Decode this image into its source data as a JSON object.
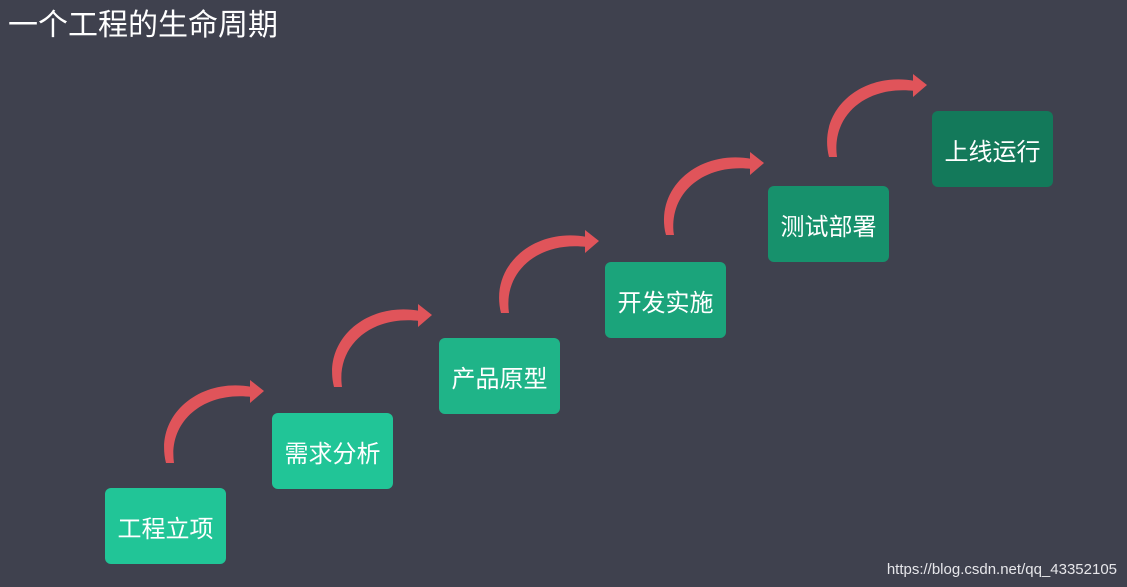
{
  "title": "一个工程的生命周期",
  "steps": [
    {
      "label": "工程立项",
      "color": "#21c597"
    },
    {
      "label": "需求分析",
      "color": "#21c597"
    },
    {
      "label": "产品原型",
      "color": "#1fb488"
    },
    {
      "label": "开发实施",
      "color": "#1ba47b"
    },
    {
      "label": "测试部署",
      "color": "#17916c"
    },
    {
      "label": "上线运行",
      "color": "#13795a"
    }
  ],
  "arrow_color": "#e0545a",
  "watermark": "https://blog.csdn.net/qq_43352105"
}
